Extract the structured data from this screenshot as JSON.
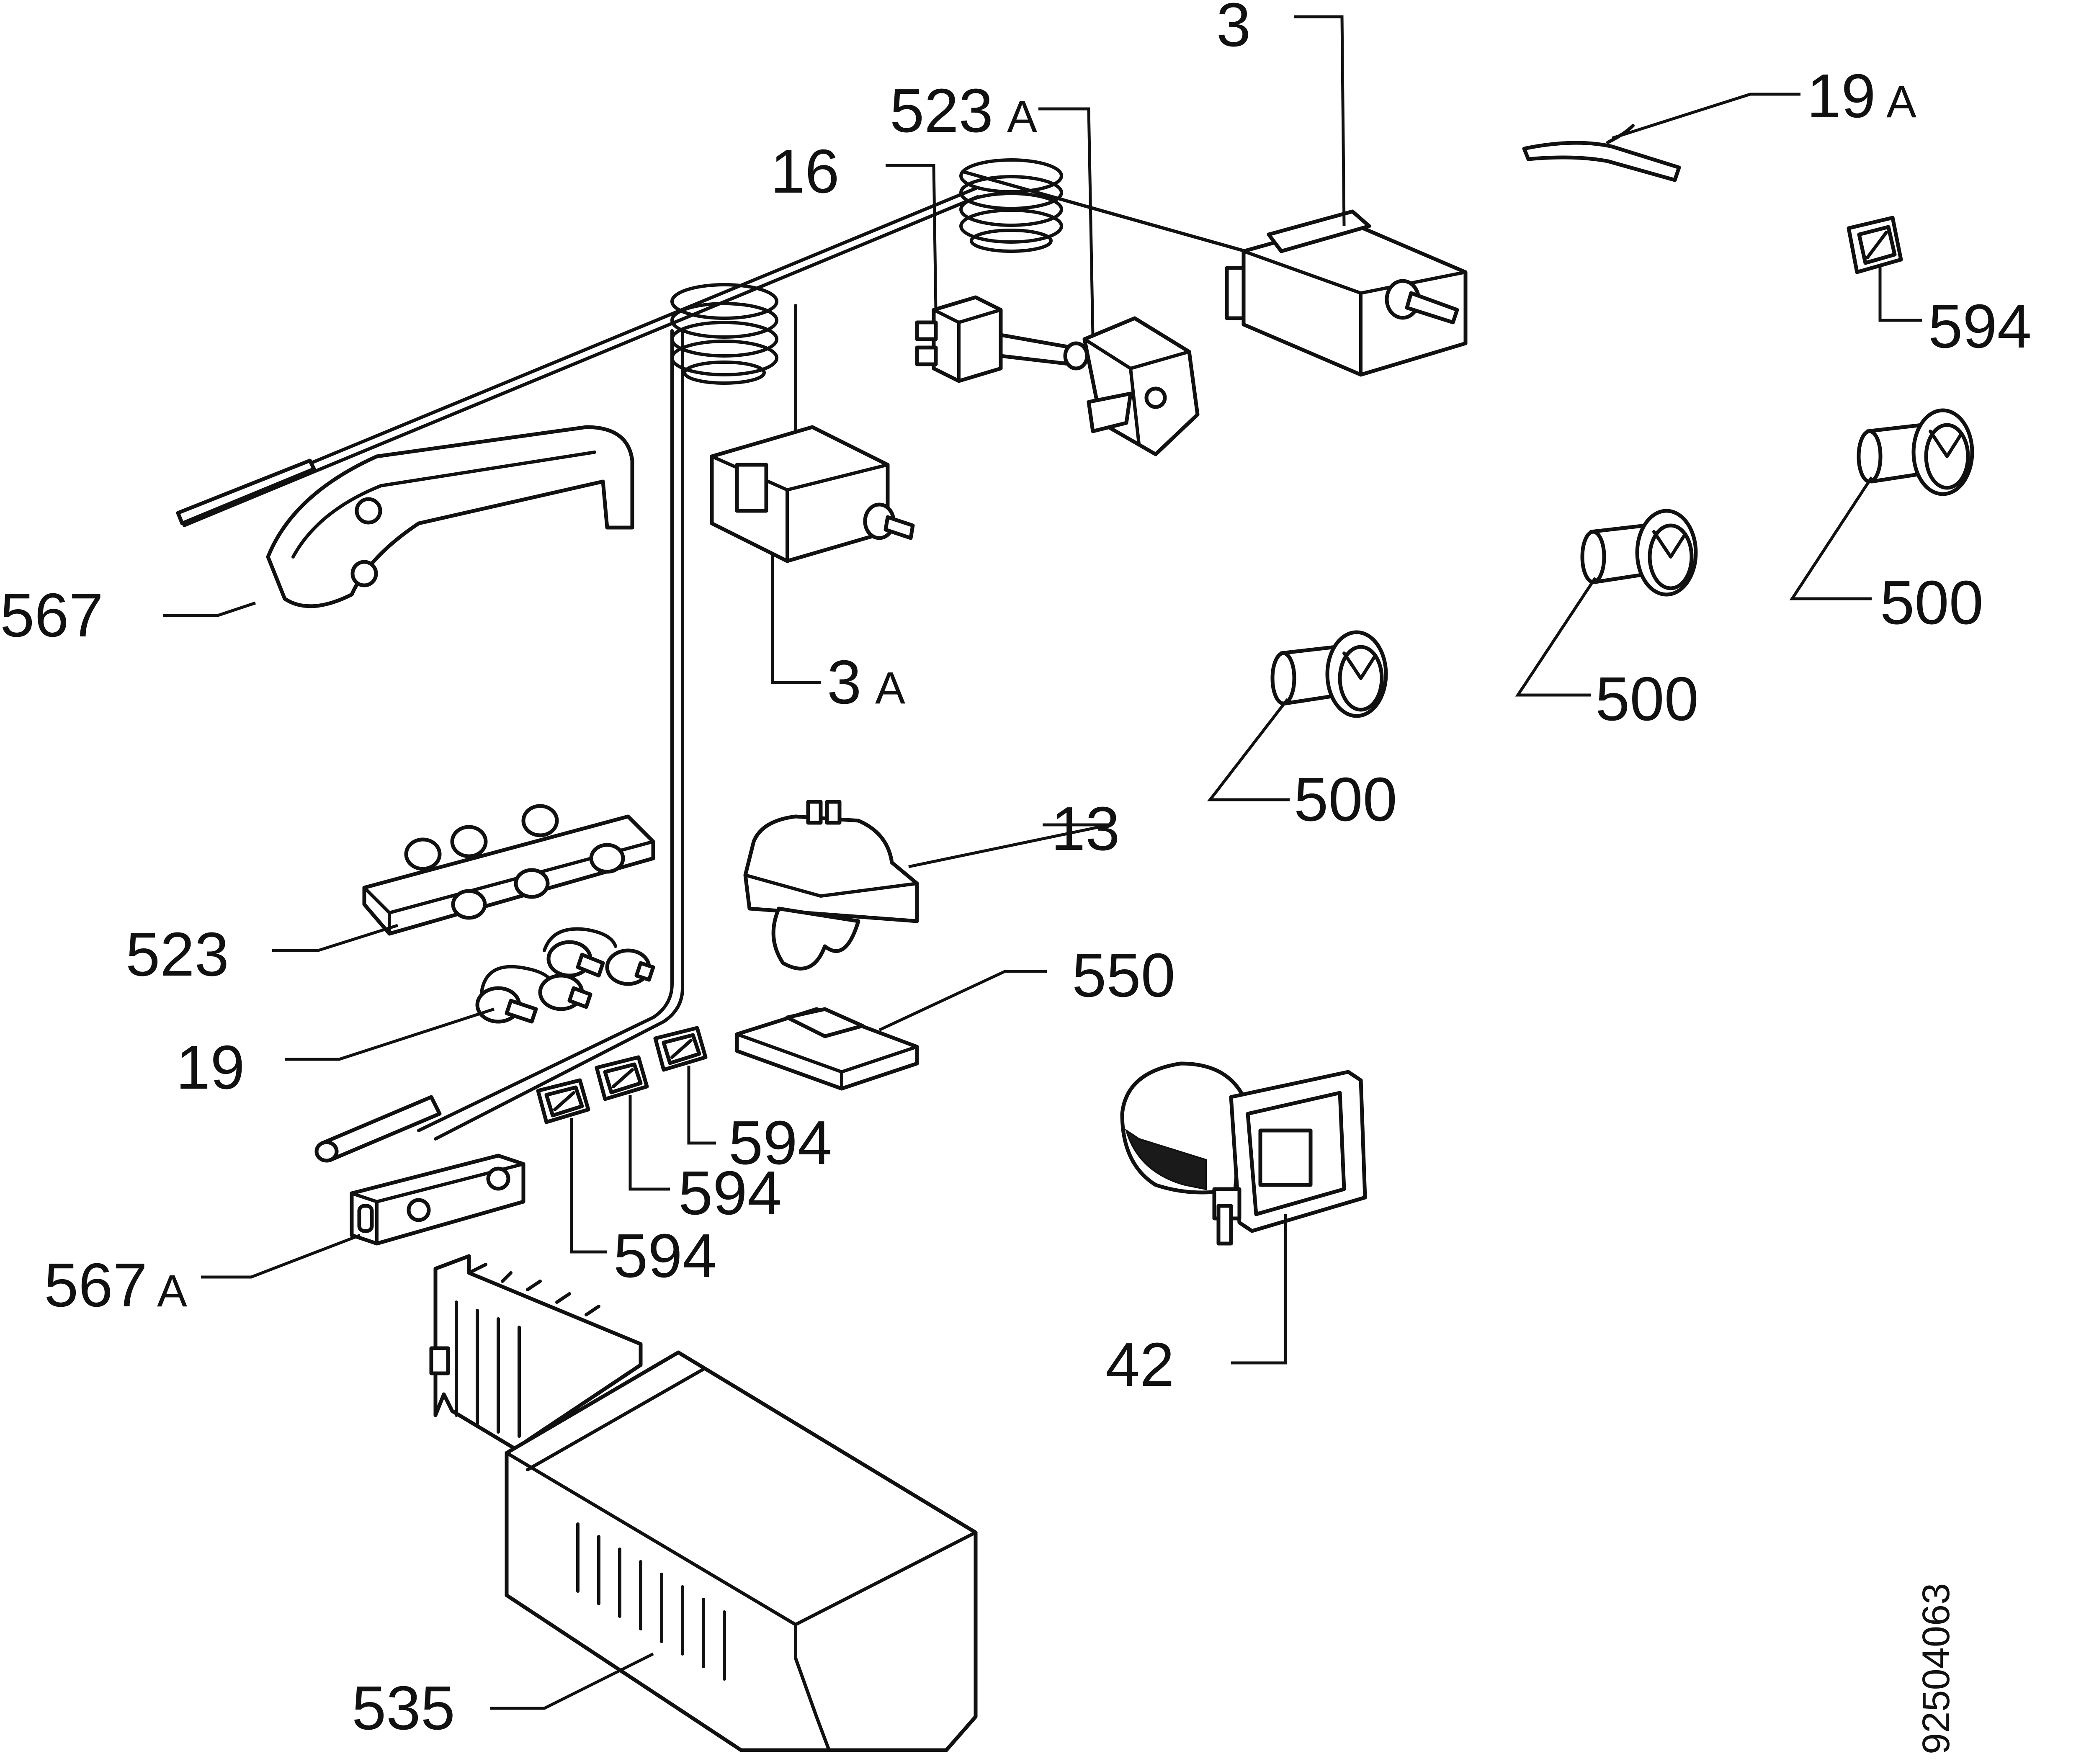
{
  "diagram": {
    "colors": {
      "ink": "#111111",
      "paper": "#ffffff"
    },
    "labels": {
      "p3": "3",
      "p523a_num": "523",
      "p523a_suffix": "A",
      "p16": "16",
      "p19a_num": "19",
      "p19a_suffix": "A",
      "p594_tr": "594",
      "p567": "567",
      "p3a_num": "3",
      "p3a_suffix": "A",
      "p500_a": "500",
      "p500_b": "500",
      "p500_c": "500",
      "p13": "13",
      "p523": "523",
      "p550": "550",
      "p19": "19",
      "p594_a": "594",
      "p594_b": "594",
      "p594_c": "594",
      "p567a_num": "567",
      "p567a_suffix": "A",
      "p42": "42",
      "p535": "535"
    },
    "drawing_id": "92504063"
  }
}
